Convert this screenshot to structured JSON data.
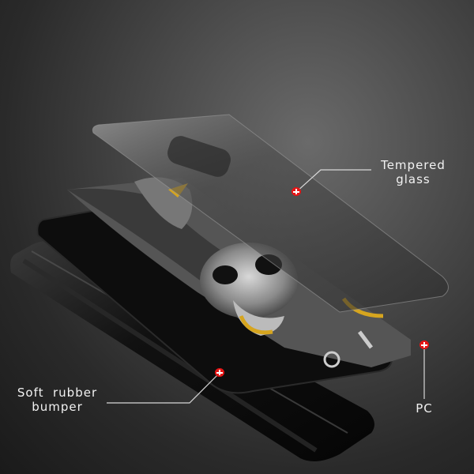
{
  "image": {
    "subject": "Exploded view of a phone case layers with skull and eagle artwork",
    "background_color": "#3a3a3a"
  },
  "annotations": [
    {
      "id": "tempered-glass",
      "line1": "Tempered",
      "line2": "glass",
      "marker_color": "#e51515"
    },
    {
      "id": "soft-rubber-bumper",
      "line1": "Soft  rubber",
      "line2": "bumper",
      "marker_color": "#e51515"
    },
    {
      "id": "pc",
      "line1": "PC",
      "marker_color": "#e51515"
    }
  ]
}
